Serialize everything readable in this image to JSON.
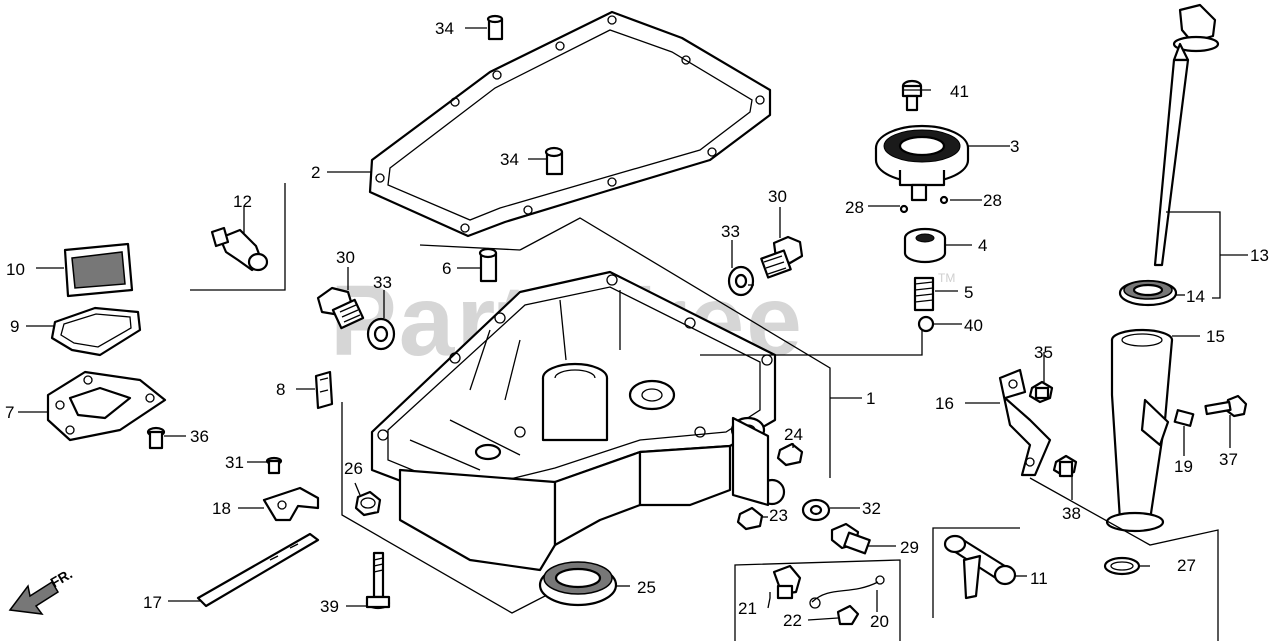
{
  "watermark": {
    "text": "PartsTree",
    "tm": "TM"
  },
  "direction": {
    "label": "FR."
  },
  "callouts": [
    "1",
    "2",
    "3",
    "4",
    "5",
    "6",
    "7",
    "8",
    "9",
    "10",
    "11",
    "12",
    "13",
    "14",
    "15",
    "16",
    "17",
    "18",
    "19",
    "20",
    "21",
    "22",
    "23",
    "24",
    "25",
    "26",
    "27",
    "28",
    "28",
    "29",
    "30",
    "30",
    "31",
    "32",
    "33",
    "33",
    "34",
    "34",
    "35",
    "36",
    "37",
    "38",
    "39",
    "40",
    "41"
  ]
}
